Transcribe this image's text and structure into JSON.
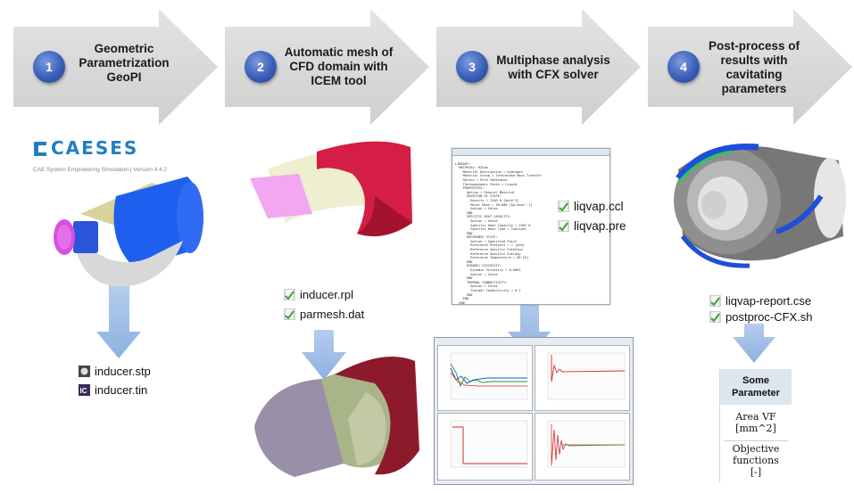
{
  "stages": [
    {
      "number": "1",
      "title": "Geometric\nParametrization\nGeoPI"
    },
    {
      "number": "2",
      "title": "Automatic mesh of\nCFD domain with\nICEM tool"
    },
    {
      "number": "3",
      "title": "Multiphase analysis\nwith CFX solver"
    },
    {
      "number": "4",
      "title": "Post-process of\nresults with\ncavitating\nparameters"
    }
  ],
  "caeses": {
    "logo": "CAESES",
    "subtitle": "CAE System Empowering Simulation | Version 4.4.2"
  },
  "files": {
    "stage1": [
      {
        "name": "inducer.stp",
        "icon": "stp-file-icon"
      },
      {
        "name": "inducer.tin",
        "icon": "ic-file-icon"
      }
    ],
    "stage2": [
      {
        "name": "inducer.rpl",
        "icon": "script-file-icon"
      },
      {
        "name": "parmesh.dat",
        "icon": "script-file-icon"
      }
    ],
    "stage3": [
      {
        "name": "liqvap.ccl",
        "icon": "script-file-icon"
      },
      {
        "name": "liqvap.pre",
        "icon": "script-file-icon"
      }
    ],
    "stage4": [
      {
        "name": "liqvap-report.cse",
        "icon": "script-file-icon"
      },
      {
        "name": "postproc-CFX.sh",
        "icon": "script-file-icon"
      }
    ]
  },
  "param_table": {
    "header": "Some\nParameter",
    "row1": "Area VF\n[mm^2]",
    "row2": "Objective\nfunctions\n[-]"
  },
  "colors": {
    "arrow": "#d6d6d6",
    "down_arrow": "#9fbfe6",
    "accent_blue": "#1a5ce0",
    "circle": "#3a5fb8",
    "mesh_red": "#c21a35"
  }
}
